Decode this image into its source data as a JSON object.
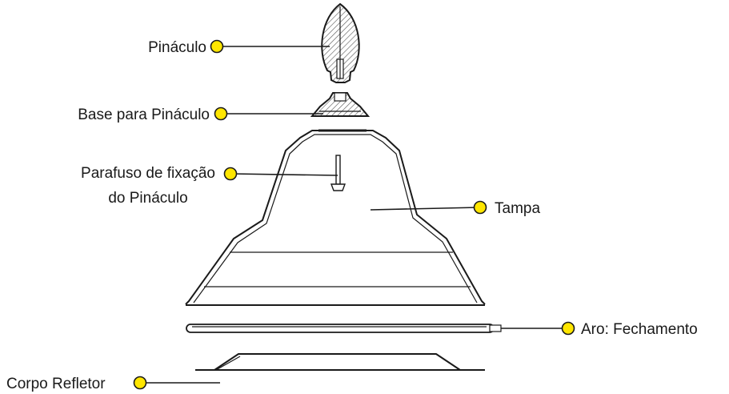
{
  "colors": {
    "callout_dot": "#ffe600",
    "line": "#1a1a1a",
    "hatch": "#555555"
  },
  "labels": {
    "pinaculo": "Pináculo",
    "base_pinaculo": "Base para Pináculo",
    "parafuso_line1": "Parafuso de fixação",
    "parafuso_line2": "do Pináculo",
    "tampa": "Tampa",
    "aro": "Aro: Fechamento",
    "corpo": "Corpo Refletor"
  }
}
